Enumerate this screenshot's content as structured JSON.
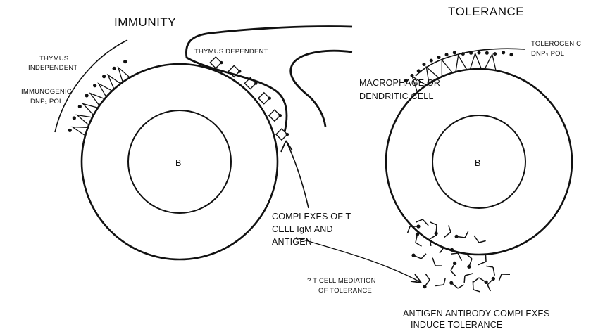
{
  "headings": {
    "immunity": "IMMUNITY",
    "tolerance": "TOLERANCE"
  },
  "cells": {
    "left_b": "B",
    "right_b": "B"
  },
  "labels": {
    "thymus_independent": [
      "THYMUS",
      "INDEPENDENT"
    ],
    "immunogenic": [
      "IMMUNOGENIC",
      "DNP₁ POL"
    ],
    "thymus_dependent": "THYMUS DEPENDENT",
    "macrophage": [
      "MACROPHAGE OR",
      "DENDRITIC CELL"
    ],
    "tolerogenic": [
      "TOLEROGENIC",
      "DNP₃ POL"
    ],
    "complexes": [
      "COMPLEXES OF T",
      "CELL IgM AND",
      "ANTIGEN"
    ],
    "t_cell_mediation": [
      "? T CELL MEDIATION",
      "OF TOLERANCE"
    ],
    "antigen_antibody": [
      "ANTIGEN  ANTIBODY  COMPLEXES",
      "INDUCE  TOLERANCE"
    ]
  }
}
